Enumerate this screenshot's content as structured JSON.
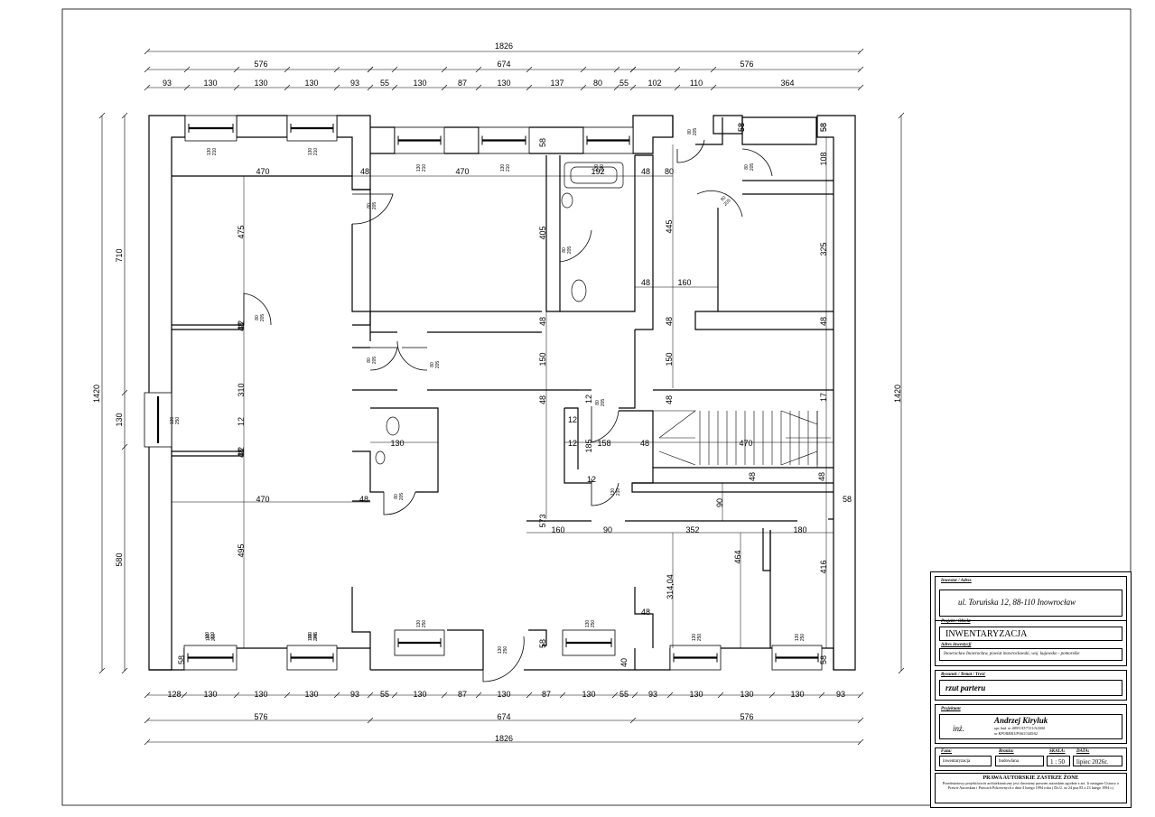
{
  "drawing": {
    "dims_top": {
      "overall": "1826",
      "segments": [
        "576",
        "674",
        "576"
      ],
      "chain": [
        "93",
        "130",
        "130",
        "130",
        "93",
        "55",
        "130",
        "87",
        "130",
        "137",
        "80",
        "55",
        "102",
        "110",
        "364"
      ]
    },
    "dims_bottom": {
      "overall": "1826",
      "segments": [
        "576",
        "674",
        "576"
      ],
      "chain": [
        "128",
        "130",
        "130",
        "130",
        "93",
        "55",
        "130",
        "87",
        "130",
        "87",
        "130",
        "55",
        "93",
        "130",
        "130",
        "130",
        "93"
      ]
    },
    "dims_left": {
      "overall": "1420",
      "segments": [
        "710",
        "130",
        "580"
      ]
    },
    "dims_right": {
      "overall": "1420"
    },
    "interior_dims": [
      "470",
      "48",
      "470",
      "48",
      "80",
      "58",
      "192",
      "58",
      "108",
      "58",
      "475",
      "405",
      "445",
      "325",
      "48",
      "160",
      "48",
      "48",
      "48",
      "48",
      "48",
      "150",
      "150",
      "310",
      "48",
      "48",
      "185",
      "158",
      "48",
      "470",
      "48",
      "48",
      "130",
      "90",
      "470",
      "48",
      "573",
      "160",
      "90",
      "352",
      "180",
      "58",
      "495",
      "314,04",
      "464",
      "416",
      "48",
      "40",
      "58",
      "58",
      "58",
      "12",
      "12",
      "12",
      "12",
      "12",
      "12",
      "12",
      "17",
      "58",
      "58"
    ],
    "openings": [
      "130\n210",
      "130\n210",
      "130\n210",
      "130\n210",
      "130\n210",
      "130\n210",
      "100\n245",
      "80\n205",
      "80\n205",
      "80\n205",
      "80\n205",
      "80\n205",
      "80\n205",
      "80\n205",
      "80\n205",
      "80\n205",
      "80\n205",
      "130\n210",
      "130\n250",
      "130\n250",
      "130\n250",
      "130\n250",
      "130\n250",
      "130\n250",
      "100\n245",
      "130\n250"
    ]
  },
  "title_block": {
    "investor_caption": "Inwestor / Adres",
    "investor_value": "ul. Toruńska 12, 88-110 Inowrocław",
    "project_caption": "Projekt / Obiekt",
    "project_value": "INWENTARYZACJA",
    "address_caption": "Adres inwestycji",
    "address_value": "Inowrocław Inowrocław, powiat inowrocławski, woj. kujawsko - pomorskie",
    "drawing_caption": "Rysunek / Temat / Treść",
    "drawing_value": "rzut parteru",
    "designer_caption": "Projektant",
    "designer_title": "inż.",
    "designer_name": "Andrzej Kiryluk",
    "designer_lic1": "upr. bud. nr 489/UAT/7131/A/2000",
    "designer_lic2": "nr KPOIIB/KUP/063/1445/02",
    "phase_caption": "Faza:",
    "phase_value": "inwentaryzacja",
    "branch_caption": "Branża:",
    "branch_value": "budowlana",
    "scale_caption": "SKALA:",
    "scale_value": "1 : 50",
    "date_caption": "DATA:",
    "date_value": "lipiec 2026r.",
    "copyright_title": "PRAWA AUTORSKIE ZASTRZE ŻONE",
    "copyright_text": "Przedmiotowy projekt/utwór architektoniczny jest chroniony prawem autorskim zgodnie z art. 1i następne Ustawy o Prawie Autorskim i Prawach Pokrewnych z dnia 4 lutego 1994 roku ( Dz.U. nr 24 poz.83 z 23 lutego 1994 r.)"
  }
}
